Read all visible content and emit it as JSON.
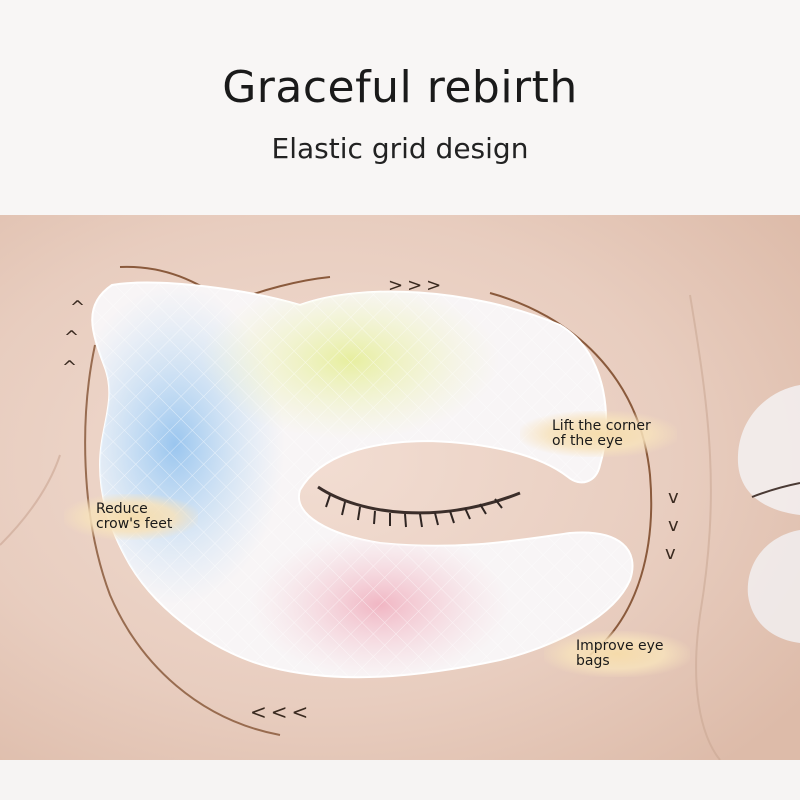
{
  "header": {
    "title": "Graceful rebirth",
    "subtitle": "Elastic grid design"
  },
  "callouts": {
    "lift": "Lift the corner\nof the eye",
    "crows": "Reduce\ncrow's feet",
    "bags": "Improve eye\nbags"
  },
  "arrows": {
    "top": ">>>",
    "bottom": "<<<",
    "left_up": "^",
    "right_down": "v"
  },
  "colors": {
    "skin": "#e9cdbf",
    "curve": "#8a5a3c",
    "patch_blue": "#9cc8ee",
    "patch_yellow": "#eaf0a8",
    "patch_pink": "#f2bcc6"
  }
}
